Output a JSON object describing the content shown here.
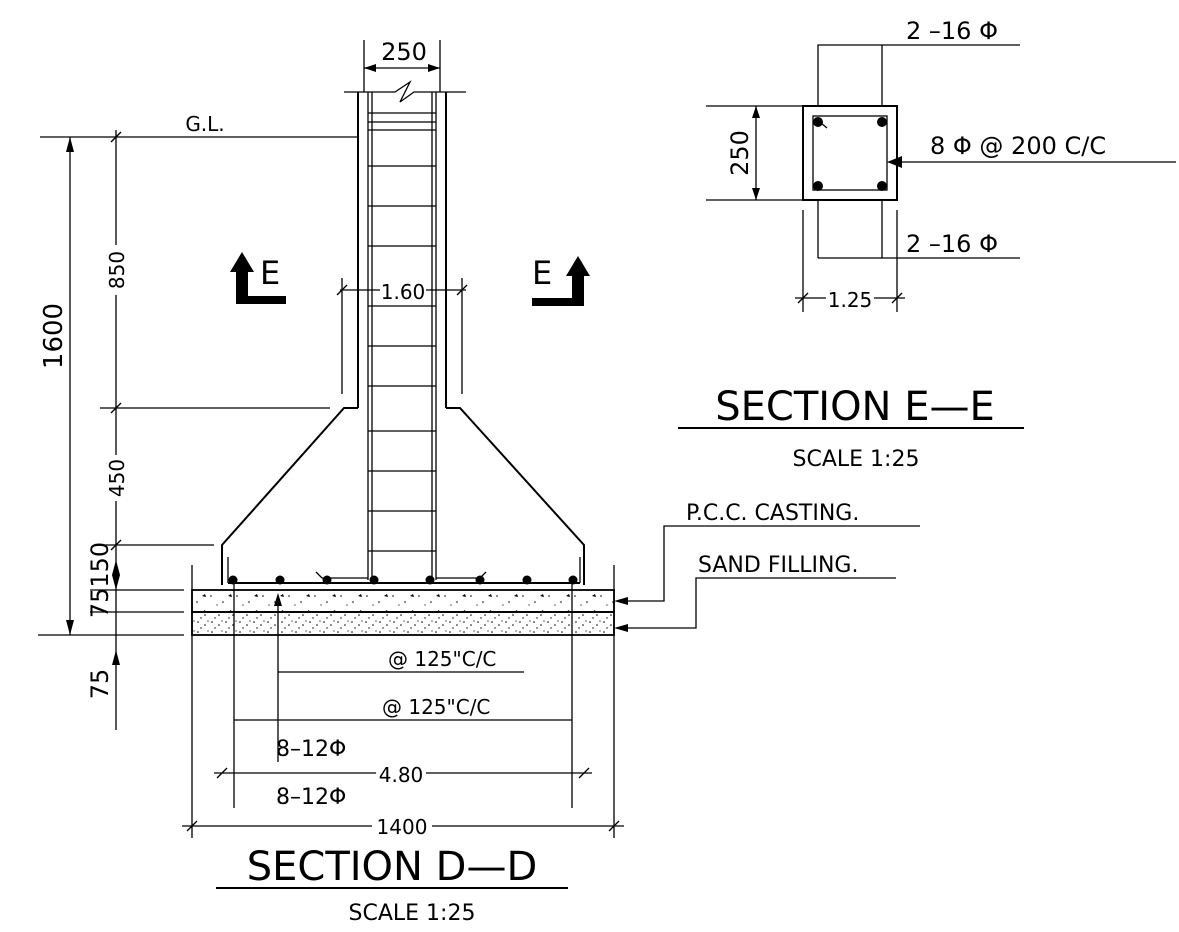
{
  "section_dd": {
    "title": "SECTION D—D",
    "scale": "SCALE 1:25",
    "dims": {
      "column_width": "250",
      "ground_level": "G.L.",
      "total_depth": "1600",
      "upper_depth": "850",
      "taper_depth": "450",
      "pcc_thickness": "75150",
      "sand_thickness": "75",
      "column_spacing": "1.60",
      "footing_rebar_spacing": "4.80",
      "footing_width": "1400"
    },
    "section_marks": {
      "left": "E",
      "right": "E"
    },
    "rebar": {
      "top_spacing": "@ 125\"C/C",
      "bottom_spacing": "@ 125\"C/C",
      "top_bars": "8–12Φ",
      "bottom_bars": "8–12Φ"
    },
    "callouts": {
      "pcc": "P.C.C. CASTING.",
      "sand": "SAND FILLING."
    }
  },
  "section_ee": {
    "title": "SECTION E—E",
    "scale": "SCALE 1:25",
    "top_bars": "2 –16 Φ",
    "bottom_bars": "2 –16 Φ",
    "stirrups": "8 Φ @ 200 C/C",
    "height": "250",
    "width": "1.25"
  }
}
